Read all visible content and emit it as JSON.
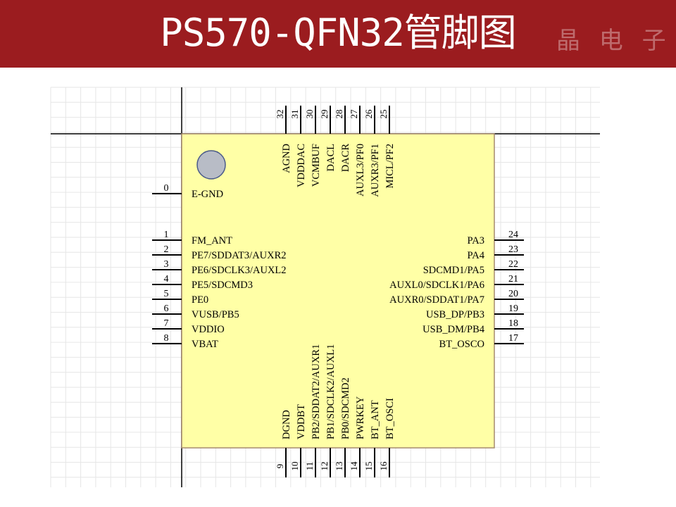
{
  "title": "PS570-QFN32管脚图",
  "watermark_text": "晶 电 子",
  "colors": {
    "banner": "#9b1c1f",
    "chip_fill": "#ffffa6",
    "chip_border": "#a58a6e",
    "pin_line": "#000000",
    "grid_line": "#e6e6e6",
    "dot_fill": "#b8bcc6"
  },
  "left_pins": [
    {
      "num": "0",
      "label": "E-GND"
    },
    {
      "num": "1",
      "label": "FM_ANT"
    },
    {
      "num": "2",
      "label": "PE7/SDDAT3/AUXR2"
    },
    {
      "num": "3",
      "label": "PE6/SDCLK3/AUXL2"
    },
    {
      "num": "4",
      "label": "PE5/SDCMD3"
    },
    {
      "num": "5",
      "label": "PE0"
    },
    {
      "num": "6",
      "label": "VUSB/PB5"
    },
    {
      "num": "7",
      "label": "VDDIO"
    },
    {
      "num": "8",
      "label": "VBAT"
    }
  ],
  "right_pins": [
    {
      "num": "24",
      "label": "PA3"
    },
    {
      "num": "23",
      "label": "PA4"
    },
    {
      "num": "22",
      "label": "SDCMD1/PA5"
    },
    {
      "num": "21",
      "label": "AUXL0/SDCLK1/PA6"
    },
    {
      "num": "20",
      "label": "AUXR0/SDDAT1/PA7"
    },
    {
      "num": "19",
      "label": "USB_DP/PB3"
    },
    {
      "num": "18",
      "label": "USB_DM/PB4"
    },
    {
      "num": "17",
      "label": "BT_OSCO"
    }
  ],
  "top_pins": [
    {
      "num": "32",
      "label": "AGND"
    },
    {
      "num": "31",
      "label": "VDDDAC"
    },
    {
      "num": "30",
      "label": "VCMBUF"
    },
    {
      "num": "29",
      "label": "DACL"
    },
    {
      "num": "28",
      "label": "DACR"
    },
    {
      "num": "27",
      "label": "AUXL3/PF0"
    },
    {
      "num": "26",
      "label": "AUXR3/PF1"
    },
    {
      "num": "25",
      "label": "MICL/PF2"
    }
  ],
  "bottom_pins": [
    {
      "num": "9",
      "label": "DGND"
    },
    {
      "num": "10",
      "label": "VDDBT"
    },
    {
      "num": "11",
      "label": "PB2/SDDAT2/AUXR1"
    },
    {
      "num": "12",
      "label": "PB1/SDCLK2/AUXL1"
    },
    {
      "num": "13",
      "label": "PB0/SDCMD2"
    },
    {
      "num": "14",
      "label": "PWRKEY"
    },
    {
      "num": "15",
      "label": "BT_ANT"
    },
    {
      "num": "16",
      "label": "BT_OSCI"
    }
  ]
}
